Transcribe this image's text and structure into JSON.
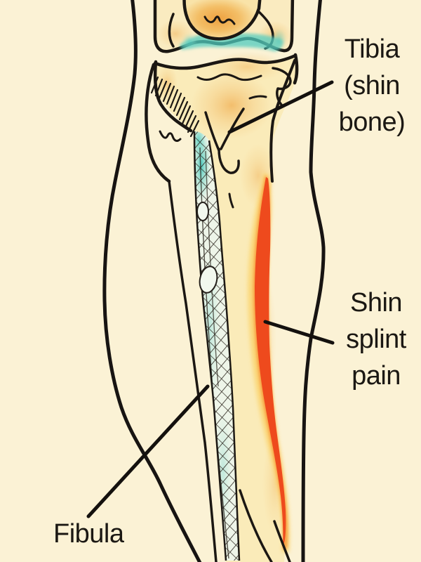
{
  "figure": {
    "kind": "anatomical illustration",
    "subject": "Lower leg bones with shin splint pain highlighted"
  },
  "labels": {
    "tibia": {
      "line1": "Tibia",
      "line2": "(shin",
      "line3": "bone)"
    },
    "shin_splint": {
      "line1": "Shin",
      "line2": "splint",
      "line3": "pain"
    },
    "fibula": {
      "line1": "Fibula"
    }
  },
  "colors": {
    "background": "#FBF2D5",
    "bone_fill": "#FAEBB9",
    "bone_shading": "#F0AC4E",
    "cartilage_teal": "#3FC6BA",
    "pain_core": "#EE4A1D",
    "pain_glow": "#F79334",
    "pain_halo": "#FBD46F",
    "outline_black": "#1B1713",
    "text_color": "#1B1813"
  }
}
